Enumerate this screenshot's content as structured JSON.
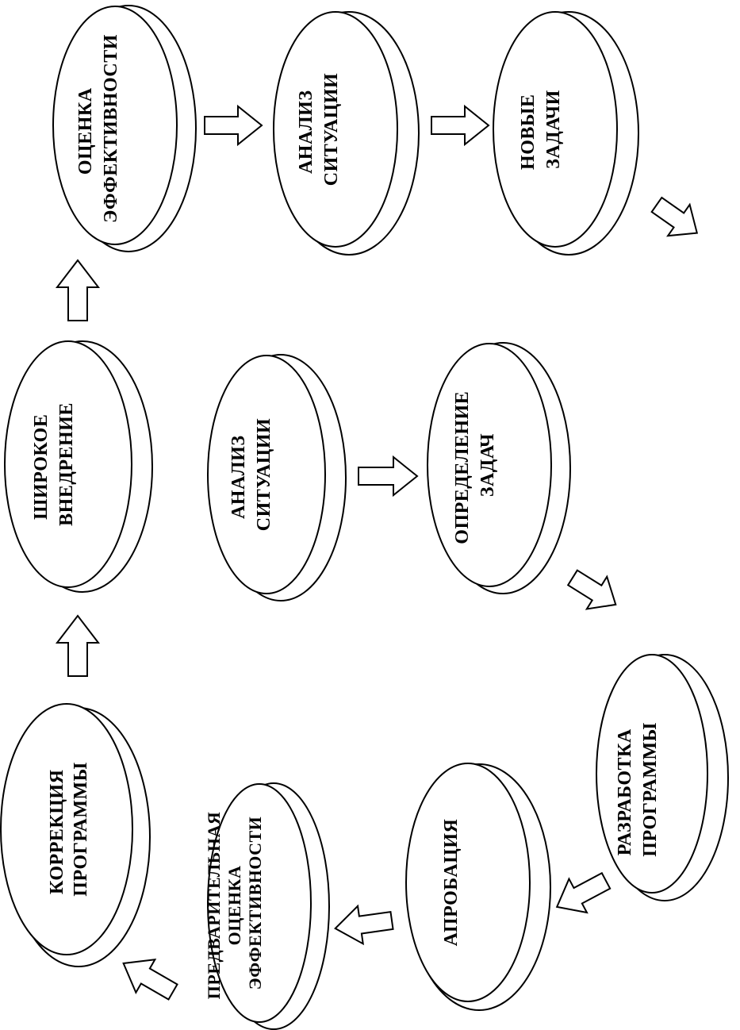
{
  "stages": [
    {
      "id": "korrektsiya",
      "lines": [
        "КОРРЕКЦИЯ",
        "ПРОГРАММЫ"
      ]
    },
    {
      "id": "prelim-ocenka",
      "lines": [
        "ПРЕДВАРИТЕЛЬНАЯ",
        "ОЦЕНКА",
        "ЭФФЕКТИВНОСТИ"
      ]
    },
    {
      "id": "aprobaciya",
      "lines": [
        "АПРОБАЦИЯ"
      ]
    },
    {
      "id": "razrabotka",
      "lines": [
        "РАЗРАБОТКА",
        "ПРОГРАММЫ"
      ]
    },
    {
      "id": "shirokoe",
      "lines": [
        "ШИРОКОЕ",
        "ВНЕДРЕНИЕ"
      ]
    },
    {
      "id": "analiz-1",
      "lines": [
        "АНАЛИЗ",
        "СИТУАЦИИ"
      ]
    },
    {
      "id": "opredelenie",
      "lines": [
        "ОПРЕДЕЛЕНИЕ",
        "ЗАДАЧ"
      ]
    },
    {
      "id": "ocenka",
      "lines": [
        "ОЦЕНКА",
        "ЭФФЕКТИВНОСТИ"
      ]
    },
    {
      "id": "analiz-2",
      "lines": [
        "АНАЛИЗ",
        "СИТУАЦИИ"
      ]
    },
    {
      "id": "novye",
      "lines": [
        "НОВЫЕ",
        "ЗАДАЧИ"
      ]
    }
  ]
}
